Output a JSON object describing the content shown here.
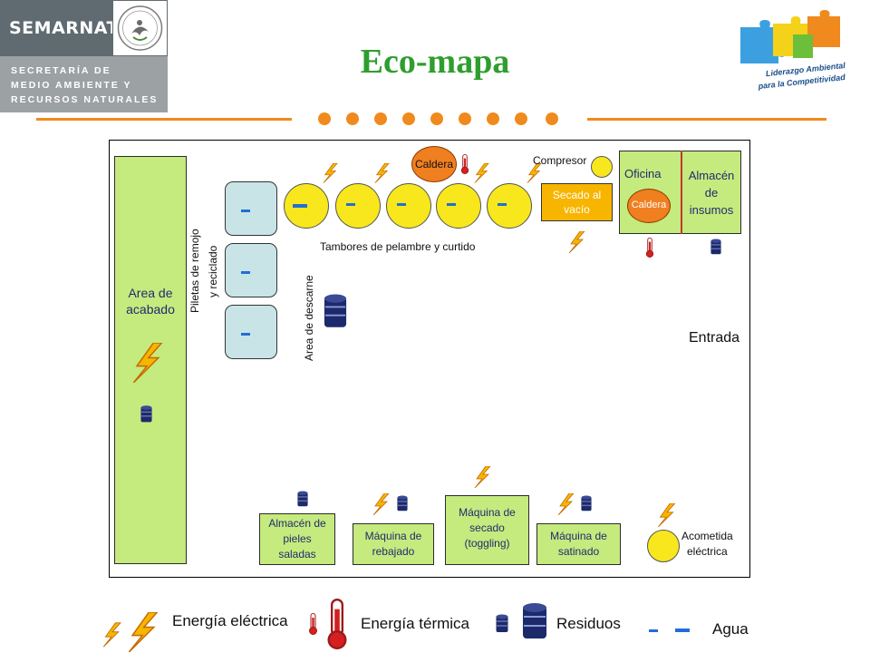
{
  "header": {
    "org_name": "SEMARNAT",
    "org_sub_1": "SECRETARÍA DE",
    "org_sub_2": "MEDIO AMBIENTE Y",
    "org_sub_3": "RECURSOS NATURALES",
    "title": "Eco-mapa",
    "badge_line1": "Liderazgo Ambiental",
    "badge_line2": "para la Competitividad"
  },
  "colors": {
    "title_green": "#2e9e2e",
    "accent_orange": "#f08a1e",
    "area_green": "#c5ea7e",
    "drum_yellow": "#f8e71c",
    "process_orange": "#f7b500",
    "caldera_orange": "#f07f20",
    "water_blue": "#1f6fd6",
    "waste_navy": "#1c2a6b"
  },
  "diagram": {
    "area_acabado": "Area de\nacabado",
    "piletas_line1": "Piletas de remojo",
    "piletas_line2": "y reciclado",
    "area_descarne": "Area de descarne",
    "tambores": "Tambores de pelambre y curtido",
    "caldera_top": "Caldera",
    "compresor": "Compresor",
    "secado_vacio": "Secado al\nvacío",
    "oficina": "Oficina",
    "caldera_office": "Caldera",
    "almacen_insumos": "Almacén\nde\ninsumos",
    "entrada": "Entrada",
    "almacen_pieles": "Almacén de\npieles\nsaladas",
    "maquina_rebajado": "Máquina de\nrebajado",
    "maquina_secado": "Máquina de\nsecado\n(toggling)",
    "maquina_satinado": "Máquina de\nsatinado",
    "acometida": "Acometida\neléctrica"
  },
  "legend": {
    "electrica": "Energía eléctrica",
    "termica": "Energía térmica",
    "residuos": "Residuos",
    "agua": "Agua"
  }
}
